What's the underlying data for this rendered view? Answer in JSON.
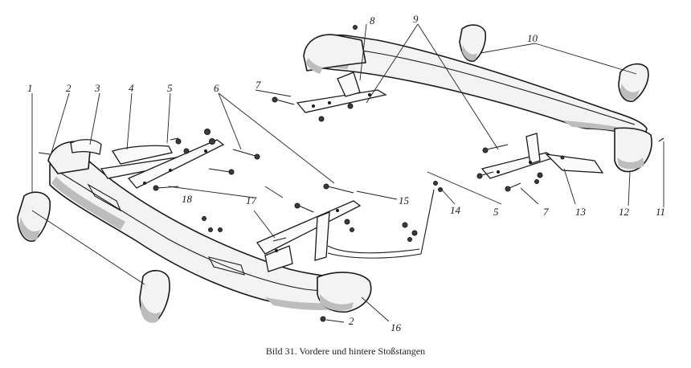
{
  "caption": "Bild 31. Vordere und hintere Stoßstangen",
  "callouts": {
    "c1": "1",
    "c2a": "2",
    "c2b": "2",
    "c3": "3",
    "c4": "4",
    "c5a": "5",
    "c5b": "5",
    "c6": "6",
    "c7a": "7",
    "c7b": "7",
    "c7c": "7",
    "c8": "8",
    "c9": "9",
    "c10": "10",
    "c11": "11",
    "c12": "12",
    "c13": "13",
    "c14": "14",
    "c15": "15",
    "c16": "16",
    "c17": "17",
    "c18": "18"
  }
}
